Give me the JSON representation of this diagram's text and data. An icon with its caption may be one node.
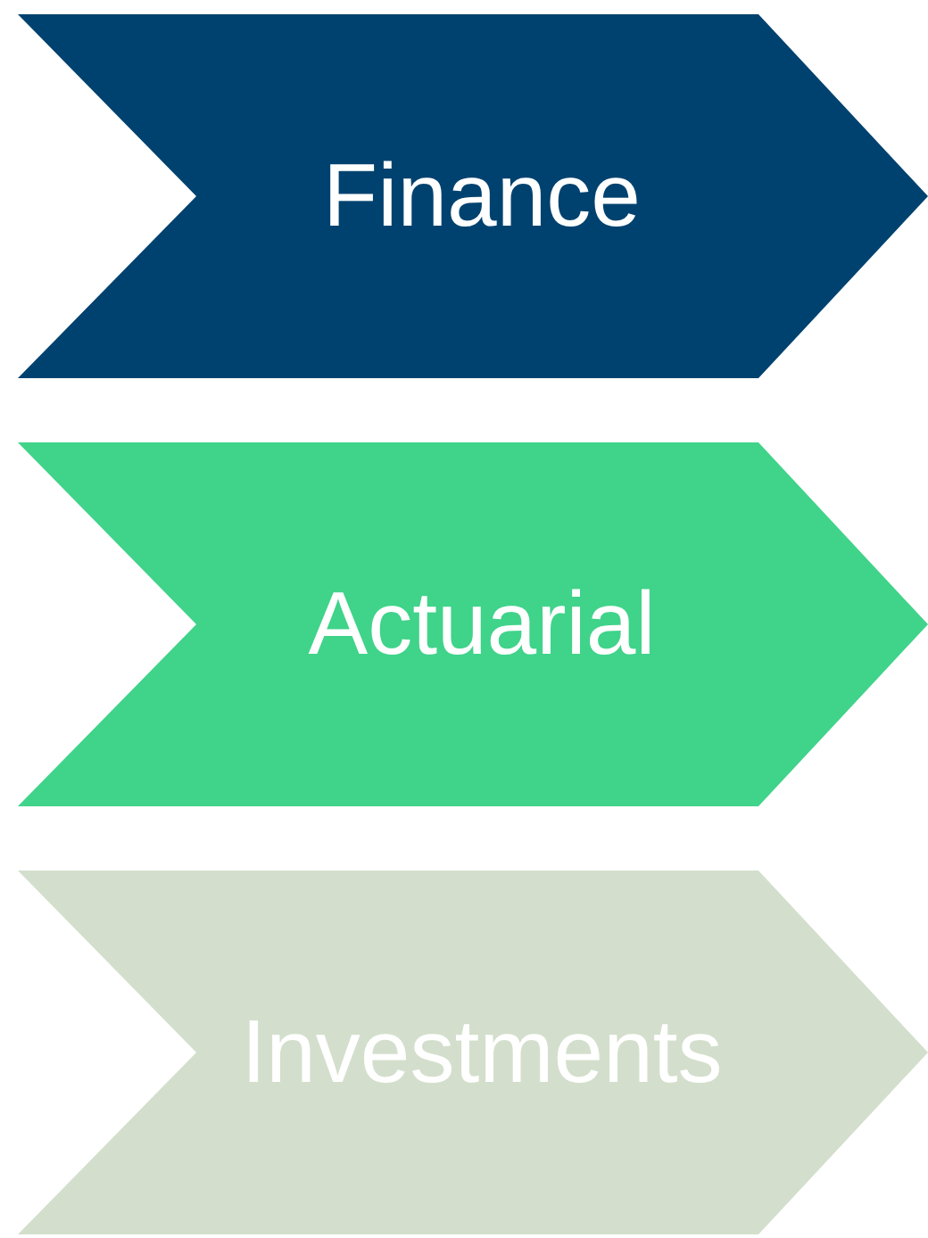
{
  "diagram": {
    "nodes": [
      {
        "text": [
          "Finance"
        ]
      },
      {
        "text": [
          "Actuarial"
        ]
      },
      {
        "text": [
          "Investments"
        ]
      }
    ]
  }
}
